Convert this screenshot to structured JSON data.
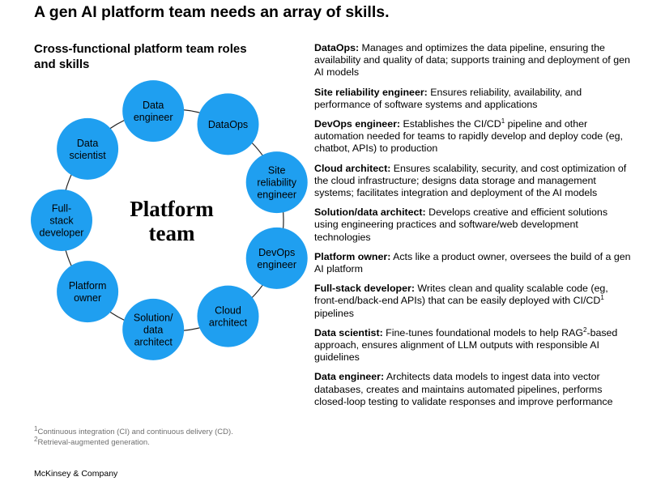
{
  "headline": "A gen AI platform team needs an array of skills.",
  "subheading": "Cross-functional platform team roles and skills",
  "diagram": {
    "center_lines": [
      "Platform",
      "team"
    ],
    "nodes": [
      {
        "id": "data-engineer",
        "lines": [
          "Data",
          "engineer"
        ]
      },
      {
        "id": "dataops",
        "lines": [
          "DataOps"
        ]
      },
      {
        "id": "site-reliability-engineer",
        "lines": [
          "Site",
          "reliability",
          "engineer"
        ]
      },
      {
        "id": "devops-engineer",
        "lines": [
          "DevOps",
          "engineer"
        ]
      },
      {
        "id": "cloud-architect",
        "lines": [
          "Cloud",
          "architect"
        ]
      },
      {
        "id": "solution-data-architect",
        "lines": [
          "Solution/",
          "data",
          "architect"
        ]
      },
      {
        "id": "platform-owner",
        "lines": [
          "Platform",
          "owner"
        ]
      },
      {
        "id": "full-stack-developer",
        "lines": [
          "Full-",
          "stack",
          "developer"
        ]
      },
      {
        "id": "data-scientist",
        "lines": [
          "Data",
          "scientist"
        ]
      }
    ]
  },
  "roles": [
    {
      "name": "DataOps:",
      "desc": "Manages and optimizes the data pipeline, ensuring the availability and quality of data; supports training and deployment of gen AI models"
    },
    {
      "name": "Site reliability engineer:",
      "desc": "Ensures reliability, availability, and performance of software systems and applications"
    },
    {
      "name": "DevOps engineer:",
      "desc": "Establishes the CI/CD",
      "sup": "1",
      "desc2": " pipeline and other automation needed for teams to rapidly develop and deploy code (eg, chatbot, APIs) to production"
    },
    {
      "name": "Cloud architect:",
      "desc": "Ensures scalability, security, and cost optimization of the cloud infrastructure; designs data storage and management systems; facilitates integration and deployment of the AI models"
    },
    {
      "name": "Solution/data architect:",
      "desc": "Develops creative and efficient solutions using engineering practices and software/web development technologies"
    },
    {
      "name": "Platform owner:",
      "desc": "Acts like a product owner, oversees the build of a gen AI platform"
    },
    {
      "name": "Full-stack developer:",
      "desc": "Writes clean and quality scalable code (eg, front-end/back-end APIs) that can be easily deployed with CI/CD",
      "sup": "1",
      "desc2": " pipelines"
    },
    {
      "name": "Data scientist:",
      "desc": "Fine-tunes foundational models to help RAG",
      "sup": "2",
      "desc2": "-based approach, ensures alignment of LLM outputs with responsible AI guidelines"
    },
    {
      "name": "Data engineer:",
      "desc": "Architects data models to ingest data into vector databases, creates and maintains automated pipelines, performs closed-loop testing to validate responses and improve performance"
    }
  ],
  "footnotes": [
    {
      "mark": "1",
      "text": "Continuous integration (CI) and continuous delivery (CD)."
    },
    {
      "mark": "2",
      "text": "Retrieval-augmented generation."
    }
  ],
  "brand": "McKinsey & Company",
  "colors": {
    "node_fill": "#1f9ff0",
    "ring_line": "#222222",
    "footnote_text": "#6f6f6f"
  }
}
